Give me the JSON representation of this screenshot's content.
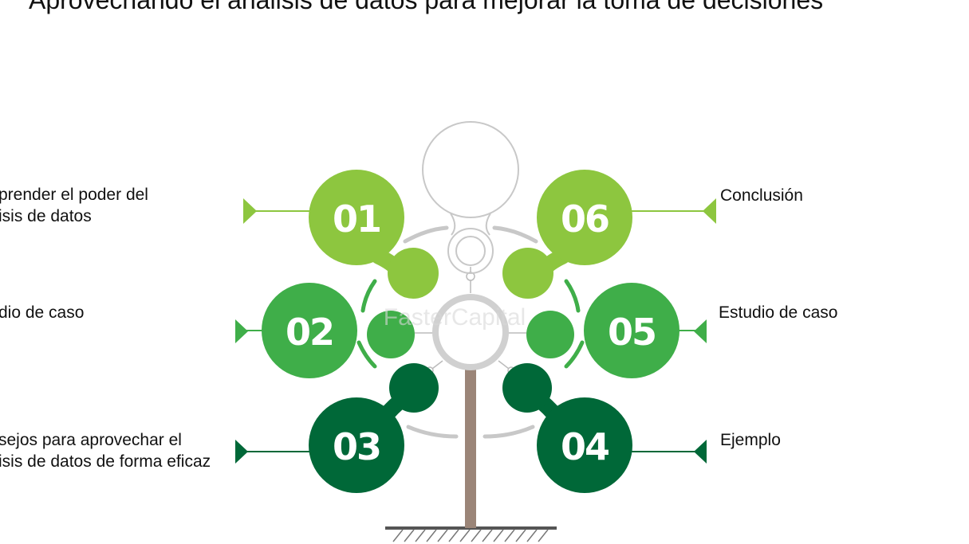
{
  "title": "Aprovechando el análisis de datos para mejorar la toma de decisiones",
  "watermark": "FasterCapital",
  "colors": {
    "light_green": "#8dc63f",
    "mid_green": "#3fae49",
    "dark_green": "#006838",
    "trunk": "#9b8578",
    "outline": "#c8c8c8"
  },
  "items": [
    {
      "number": "01",
      "lines": [
        "prender el poder del",
        "isis de datos"
      ]
    },
    {
      "number": "02",
      "lines": [
        "dio de caso"
      ]
    },
    {
      "number": "03",
      "lines": [
        "sejos para aprovechar el",
        "isis de datos de forma eficaz"
      ]
    },
    {
      "number": "04",
      "lines": [
        "Ejemplo"
      ]
    },
    {
      "number": "05",
      "lines": [
        "Estudio de caso"
      ]
    },
    {
      "number": "06",
      "lines": [
        "Conclusión"
      ]
    }
  ]
}
